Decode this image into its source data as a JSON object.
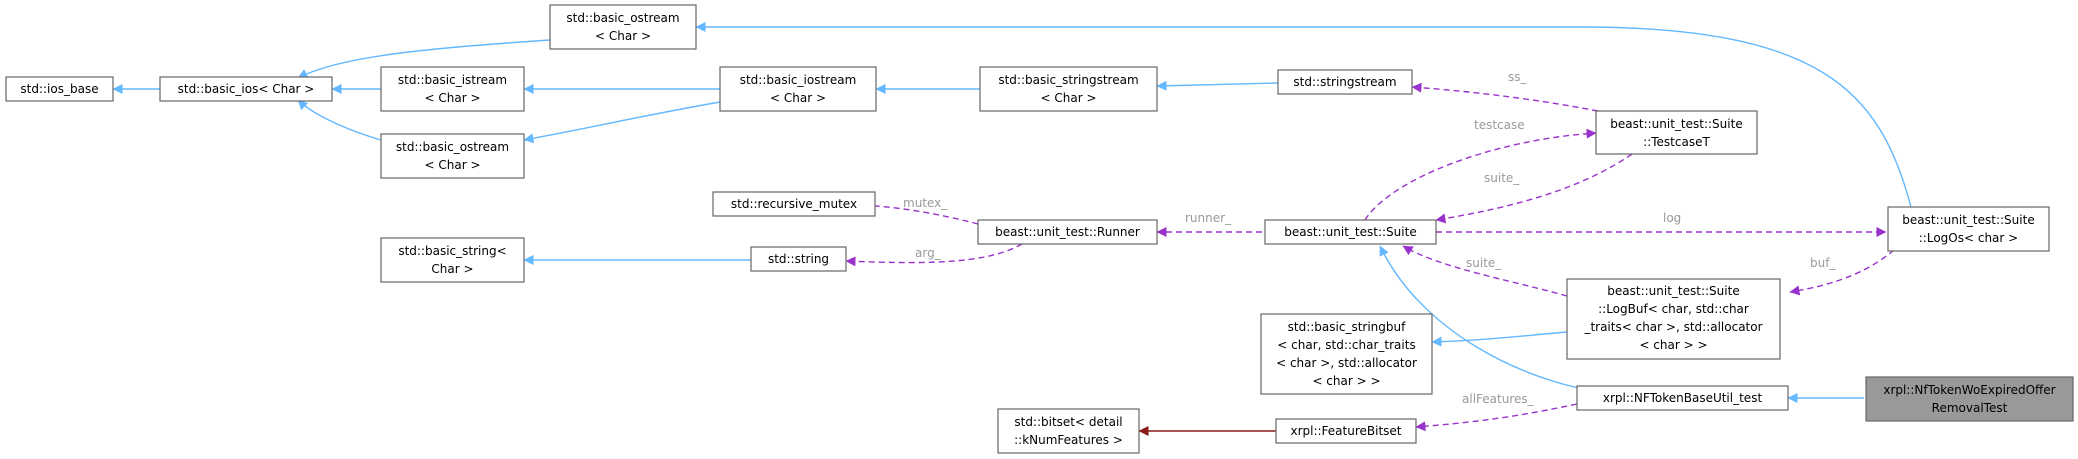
{
  "diagram": {
    "nodes": {
      "ios_base": {
        "lines": [
          "std::ios_base"
        ]
      },
      "basic_ios": {
        "lines": [
          "std::basic_ios< Char >"
        ]
      },
      "ostream_top": {
        "lines": [
          "std::basic_ostream",
          "< Char >"
        ]
      },
      "istream": {
        "lines": [
          "std::basic_istream",
          "< Char >"
        ]
      },
      "ostream_mid": {
        "lines": [
          "std::basic_ostream",
          "< Char >"
        ]
      },
      "iostream": {
        "lines": [
          "std::basic_iostream",
          "< Char >"
        ]
      },
      "sstream_tpl": {
        "lines": [
          "std::basic_stringstream",
          "< Char >"
        ]
      },
      "stringstream": {
        "lines": [
          "std::stringstream"
        ]
      },
      "testcase": {
        "lines": [
          "beast::unit_test::Suite",
          "::TestcaseT"
        ]
      },
      "rec_mutex": {
        "lines": [
          "std::recursive_mutex"
        ]
      },
      "runner": {
        "lines": [
          "beast::unit_test::Runner"
        ]
      },
      "suite": {
        "lines": [
          "beast::unit_test::Suite"
        ]
      },
      "logos": {
        "lines": [
          "beast::unit_test::Suite",
          "::LogOs< char >"
        ]
      },
      "basic_string": {
        "lines": [
          "std::basic_string<",
          "Char >"
        ]
      },
      "string": {
        "lines": [
          "std::string"
        ]
      },
      "logbuf": {
        "lines": [
          "beast::unit_test::Suite",
          "::LogBuf< char, std::char",
          "_traits< char >, std::allocator",
          "< char > >"
        ]
      },
      "stringbuf": {
        "lines": [
          "std::basic_stringbuf",
          "< char, std::char_traits",
          "< char >, std::allocator",
          "< char > >"
        ]
      },
      "nftbase": {
        "lines": [
          "xrpl::NFTokenBaseUtil_test"
        ]
      },
      "target": {
        "lines": [
          "xrpl::NfTokenWoExpiredOffer",
          "RemovalTest"
        ]
      },
      "bitset": {
        "lines": [
          "std::bitset< detail",
          "::kNumFeatures >"
        ]
      },
      "featurebitset": {
        "lines": [
          "xrpl::FeatureBitset"
        ]
      }
    },
    "edge_labels": {
      "ss": "ss_",
      "testcase": "testcase",
      "suite_tc": "suite_",
      "mutex": "mutex_",
      "runner": "runner_",
      "log": "log",
      "arg": "arg_",
      "buf": "buf_",
      "suite_lb": "suite_",
      "allfeatures": "allFeatures_"
    },
    "colors": {
      "inheritance": "#63b8ff",
      "usage": "#9a32cd",
      "template": "#8b1a1a",
      "node_border": "#666666",
      "highlight_fill": "#999999",
      "label_text": "#9a9a9a"
    }
  }
}
